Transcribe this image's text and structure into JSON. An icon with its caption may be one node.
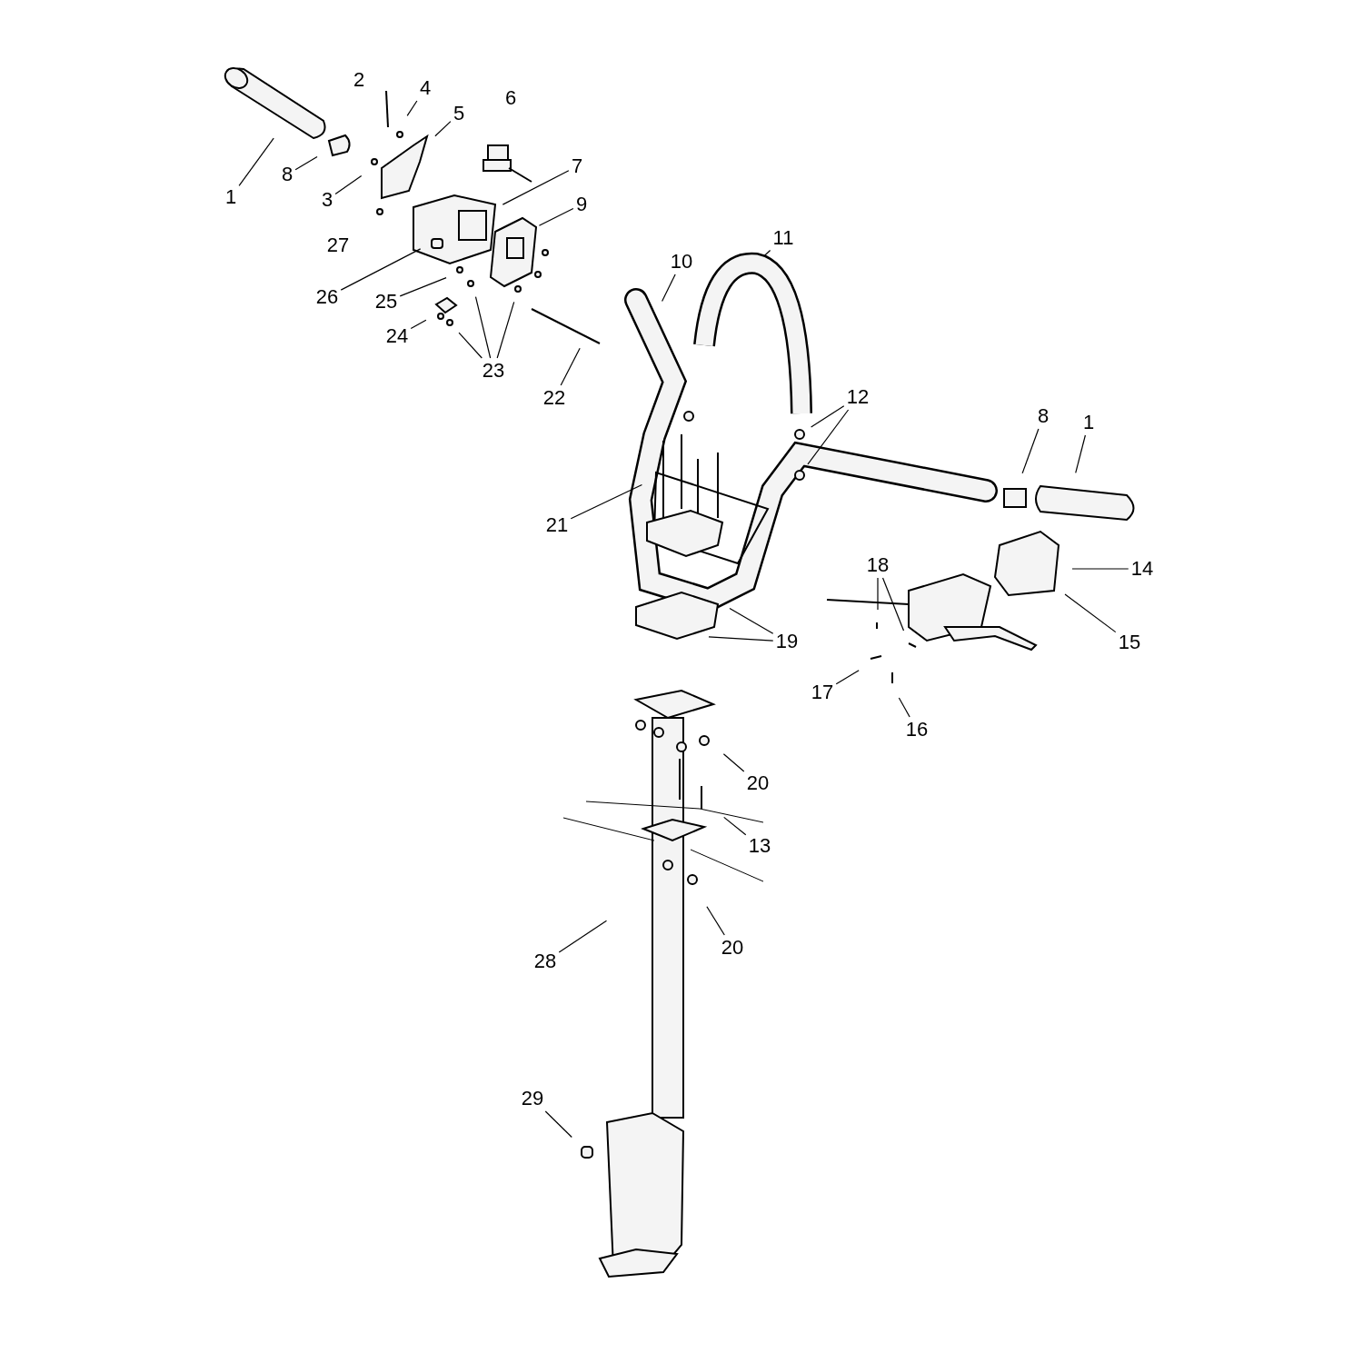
{
  "diagram": {
    "nodes": [
      {
        "text": [
          "2"
        ]
      },
      {
        "text": [
          "4"
        ]
      },
      {
        "text": [
          "6"
        ]
      },
      {
        "text": [
          "5"
        ]
      },
      {
        "text": [
          "7"
        ]
      },
      {
        "text": [
          "8"
        ]
      },
      {
        "text": [
          "1"
        ]
      },
      {
        "text": [
          "3"
        ]
      },
      {
        "text": [
          "9"
        ]
      },
      {
        "text": [
          "11"
        ]
      },
      {
        "text": [
          "27"
        ]
      },
      {
        "text": [
          "10"
        ]
      },
      {
        "text": [
          "26"
        ]
      },
      {
        "text": [
          "25"
        ]
      },
      {
        "text": [
          "24"
        ]
      },
      {
        "text": [
          "23"
        ]
      },
      {
        "text": [
          "22"
        ]
      },
      {
        "text": [
          "12"
        ]
      },
      {
        "text": [
          "8"
        ]
      },
      {
        "text": [
          "1"
        ]
      },
      {
        "text": [
          "21"
        ]
      },
      {
        "text": [
          "18"
        ]
      },
      {
        "text": [
          "14"
        ]
      },
      {
        "text": [
          "19"
        ]
      },
      {
        "text": [
          "15"
        ]
      },
      {
        "text": [
          "17"
        ]
      },
      {
        "text": [
          "16"
        ]
      },
      {
        "text": [
          "20"
        ]
      },
      {
        "text": [
          "13"
        ]
      },
      {
        "text": [
          "20"
        ]
      },
      {
        "text": [
          "28"
        ]
      },
      {
        "text": [
          "29"
        ]
      }
    ],
    "edges": [
      {
        "from": 1,
        "to": null,
        "arrow": "none"
      },
      {
        "from": 3,
        "to": null,
        "arrow": "none"
      },
      {
        "from": 4,
        "to": null,
        "arrow": "none"
      },
      {
        "from": 5,
        "to": null,
        "arrow": "none"
      },
      {
        "from": 6,
        "to": null,
        "arrow": "none"
      },
      {
        "from": 7,
        "to": null,
        "arrow": "none"
      },
      {
        "from": 8,
        "to": null,
        "arrow": "none"
      },
      {
        "from": 9,
        "to": null,
        "arrow": "none"
      },
      {
        "from": 11,
        "to": null,
        "arrow": "none"
      },
      {
        "from": 12,
        "to": null,
        "arrow": "none"
      },
      {
        "from": 13,
        "to": null,
        "arrow": "none"
      },
      {
        "from": 14,
        "to": null,
        "arrow": "none"
      },
      {
        "from": 15,
        "to": null,
        "arrow": "none"
      },
      {
        "from": 15,
        "to": null,
        "arrow": "none"
      },
      {
        "from": 15,
        "to": null,
        "arrow": "none"
      },
      {
        "from": 16,
        "to": null,
        "arrow": "none"
      },
      {
        "from": 17,
        "to": null,
        "arrow": "none"
      },
      {
        "from": 17,
        "to": null,
        "arrow": "none"
      },
      {
        "from": 18,
        "to": null,
        "arrow": "none"
      },
      {
        "from": 19,
        "to": null,
        "arrow": "none"
      },
      {
        "from": 20,
        "to": null,
        "arrow": "none"
      },
      {
        "from": 21,
        "to": null,
        "arrow": "none"
      },
      {
        "from": 21,
        "to": null,
        "arrow": "none"
      },
      {
        "from": 22,
        "to": null,
        "arrow": "none"
      },
      {
        "from": 23,
        "to": null,
        "arrow": "none"
      },
      {
        "from": 23,
        "to": null,
        "arrow": "none"
      },
      {
        "from": 24,
        "to": null,
        "arrow": "none"
      },
      {
        "from": 25,
        "to": null,
        "arrow": "none"
      },
      {
        "from": 26,
        "to": null,
        "arrow": "none"
      },
      {
        "from": 27,
        "to": null,
        "arrow": "none"
      },
      {
        "from": 28,
        "to": null,
        "arrow": "none"
      },
      {
        "from": 29,
        "to": null,
        "arrow": "none"
      },
      {
        "from": 30,
        "to": null,
        "arrow": "none"
      },
      {
        "from": 31,
        "to": null,
        "arrow": "none"
      }
    ]
  }
}
